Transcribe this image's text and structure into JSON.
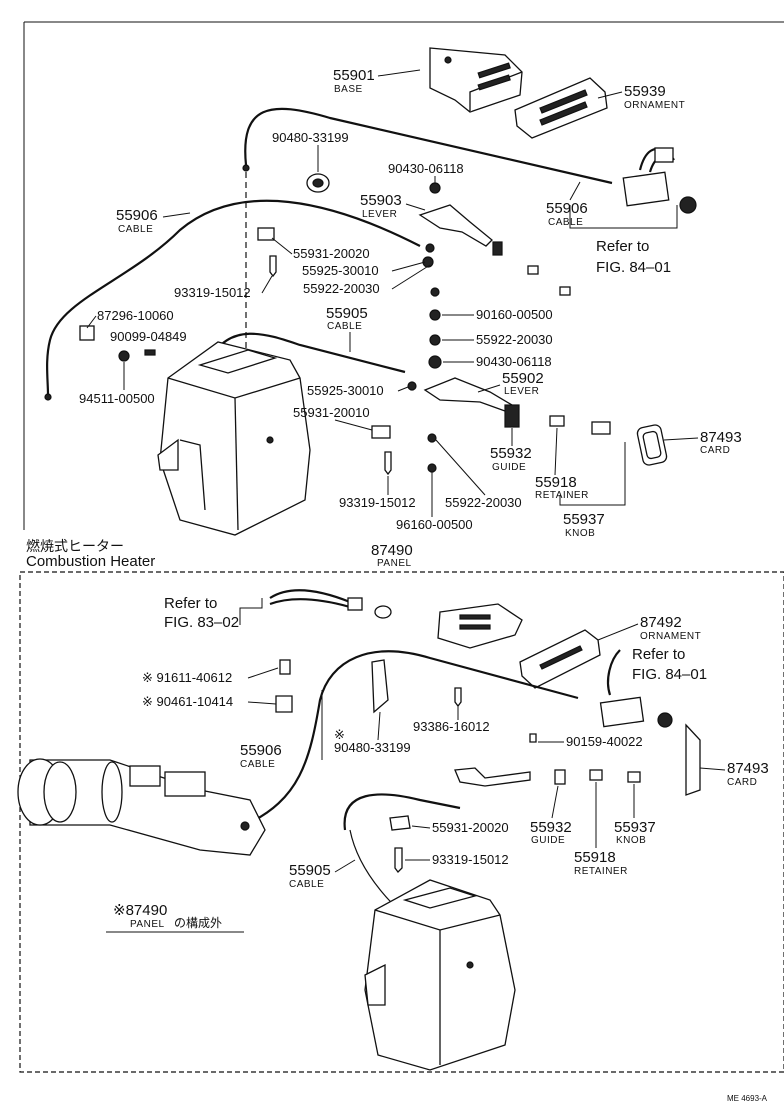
{
  "upper": {
    "p55901": {
      "num": "55901",
      "name": "BASE"
    },
    "p55939": {
      "num": "55939",
      "name": "ORNAMENT"
    },
    "p90480": {
      "num": "90480-33199"
    },
    "p90430a": {
      "num": "90430-06118"
    },
    "p55903": {
      "num": "55903",
      "name": "LEVER"
    },
    "p55906": {
      "num": "55906",
      "name": "CABLE"
    },
    "p55906r": {
      "num": "55906",
      "name": "CABLE"
    },
    "ref84": {
      "line1": "Refer to",
      "line2": "FIG. 84–01"
    },
    "p55931a": {
      "num": "55931-20020"
    },
    "p55925a": {
      "num": "55925-30010"
    },
    "p93319a": {
      "num": "93319-15012"
    },
    "p55922a": {
      "num": "55922-20030"
    },
    "p55905": {
      "num": "55905",
      "name": "CABLE"
    },
    "p87296": {
      "num": "87296-10060"
    },
    "p90099": {
      "num": "90099-04849"
    },
    "p90160": {
      "num": "90160-00500"
    },
    "p55922b": {
      "num": "55922-20030"
    },
    "p90430b": {
      "num": "90430-06118"
    },
    "p55902": {
      "num": "55902",
      "name": "LEVER"
    },
    "p94511": {
      "num": "94511-00500"
    },
    "p55925b": {
      "num": "55925-30010"
    },
    "p55931b": {
      "num": "55931-20010"
    },
    "p87493": {
      "num": "87493",
      "name": "CARD"
    },
    "p55932": {
      "num": "55932",
      "name": "GUIDE"
    },
    "p55918": {
      "num": "55918",
      "name": "RETAINER"
    },
    "p93319b": {
      "num": "93319-15012"
    },
    "p55922c": {
      "num": "55922-20030"
    },
    "p96160": {
      "num": "96160-00500"
    },
    "p55937": {
      "num": "55937",
      "name": "KNOB"
    }
  },
  "section": {
    "title_jp": "燃焼式ヒーター",
    "title_en": "Combustion Heater",
    "panel_num": "87490",
    "panel_name": "PANEL"
  },
  "lower": {
    "ref83": {
      "line1": "Refer to",
      "line2": "FIG. 83–02"
    },
    "p87492": {
      "num": "87492",
      "name": "ORNAMENT"
    },
    "ref84b": {
      "line1": "Refer to",
      "line2": "FIG. 84–01"
    },
    "p91611": {
      "num": "※ 91611-40612"
    },
    "p90461": {
      "num": "※ 90461-10414"
    },
    "p93386": {
      "num": "93386-16012"
    },
    "p90159": {
      "num": "90159-40022"
    },
    "p87493b": {
      "num": "87493",
      "name": "CARD"
    },
    "p55906b": {
      "num": "55906",
      "name": "CABLE"
    },
    "p90480b": {
      "mark": "※",
      "num": "90480-33199"
    },
    "p55931c": {
      "num": "55931-20020"
    },
    "p55932b": {
      "num": "55932",
      "name": "GUIDE"
    },
    "p55937b": {
      "num": "55937",
      "name": "KNOB"
    },
    "p55918b": {
      "num": "55918",
      "name": "RETAINER"
    },
    "p93319c": {
      "num": "93319-15012"
    },
    "p55905b": {
      "num": "55905",
      "name": "CABLE"
    },
    "note": {
      "num": "※87490",
      "name": "PANEL",
      "jp": "の構成外"
    }
  },
  "footer": {
    "code": "ME 4693-A"
  }
}
